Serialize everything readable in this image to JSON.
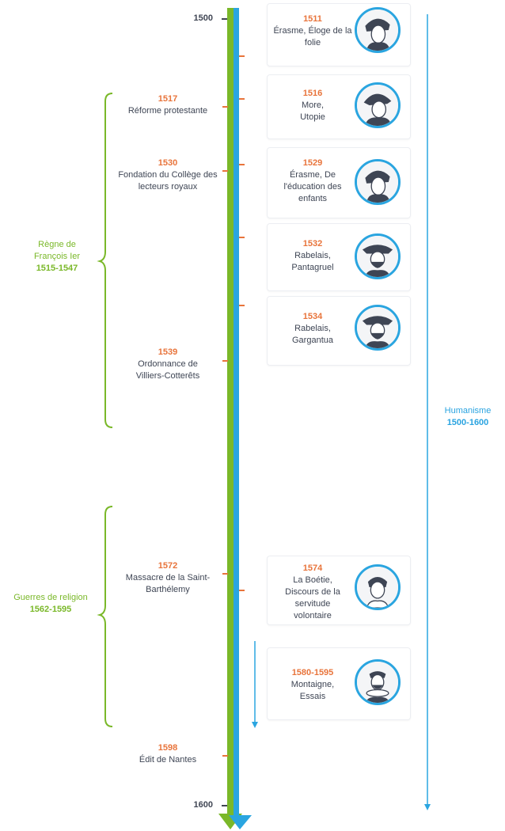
{
  "axis": {
    "start": "1500",
    "end": "1600",
    "green_color": "#7ab829",
    "blue_color": "#2aa5e0",
    "tick_color": "#e8743b"
  },
  "events_left": [
    {
      "year": "1517",
      "text": "Réforme protestante"
    },
    {
      "year": "1530",
      "text": "Fondation du Collège des lecteurs royaux"
    },
    {
      "year": "1539",
      "text": "Ordonnance de Villiers-Cotterêts"
    },
    {
      "year": "1572",
      "text": "Massacre de la Saint-Barthélemy"
    },
    {
      "year": "1598",
      "text": "Édit de Nantes"
    }
  ],
  "works_right": [
    {
      "year": "1511",
      "text": "Érasme, Éloge de la folie",
      "portrait": "erasmus-portrait-icon"
    },
    {
      "year": "1516",
      "text": "More, Utopie",
      "portrait": "more-portrait-icon"
    },
    {
      "year": "1529",
      "text": "Érasme, De l'éducation des enfants",
      "portrait": "erasmus-portrait-icon"
    },
    {
      "year": "1532",
      "text": "Rabelais, Pantagruel",
      "portrait": "rabelais-portrait-icon"
    },
    {
      "year": "1534",
      "text": "Rabelais, Gargantua",
      "portrait": "rabelais-portrait-icon"
    },
    {
      "year": "1574",
      "text": "La Boétie, Discours de la servitude volontaire",
      "portrait": "la-boetie-portrait-icon"
    },
    {
      "year": "1580-1595",
      "text": "Montaigne, Essais",
      "portrait": "montaigne-portrait-icon"
    }
  ],
  "periods": {
    "francois": {
      "name": "Règne de François Ier",
      "range": "1515-1547"
    },
    "religion": {
      "name": "Guerres de religion",
      "range": "1562-1595"
    },
    "humanisme": {
      "name": "Humanisme",
      "range": "1500-1600"
    }
  }
}
